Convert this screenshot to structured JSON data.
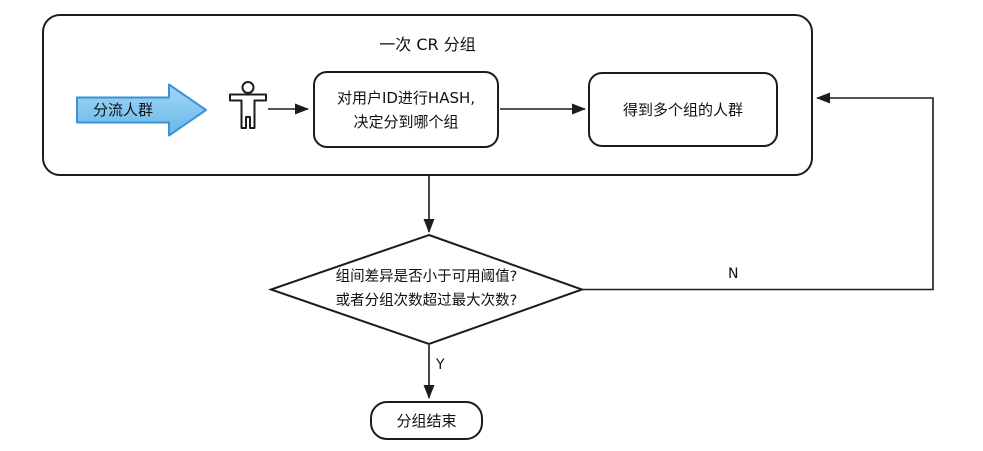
{
  "diagram": {
    "container": {
      "title": "一次 CR 分组"
    },
    "nodes": {
      "source": {
        "label": "分流人群",
        "icon": "arrow-right-shape"
      },
      "person": {
        "icon": "person-icon"
      },
      "hash": {
        "label": "对用户ID进行HASH,\n决定分到哪个组"
      },
      "groups": {
        "label": "得到多个组的人群"
      },
      "decision": {
        "label": "组间差异是否小于可用阈值?\n或者分组次数超过最大次数?"
      },
      "end": {
        "label": "分组结束"
      }
    },
    "edges": {
      "yes_label": "Y",
      "no_label": "N"
    },
    "colors": {
      "line": "#1c1c1c",
      "arrow_fill_top": "#a3d6f6",
      "arrow_fill_bottom": "#66b8ea",
      "arrow_border": "#3a93d5"
    }
  }
}
